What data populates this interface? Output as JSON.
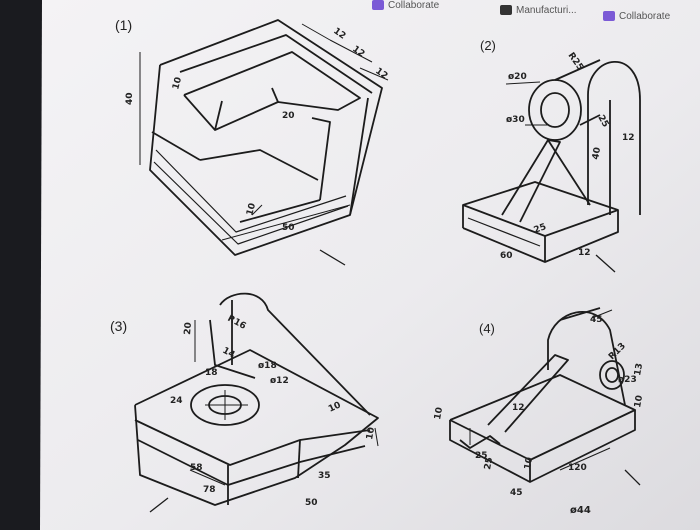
{
  "browser": {
    "tabs": [
      {
        "label": "Collaborate",
        "icon": "collaborate-icon",
        "color": "#7b5ad6"
      },
      {
        "label": "Manufacturi...",
        "icon": "blackboard-icon",
        "color": "#333333"
      },
      {
        "label": "Collaborate",
        "icon": "collaborate-icon",
        "color": "#7b5ad6"
      }
    ]
  },
  "worksheet": {
    "figures": [
      {
        "label": "(1)",
        "dimensions": [
          "12",
          "12",
          "12",
          "10",
          "40",
          "20",
          "10",
          "50"
        ]
      },
      {
        "label": "(2)",
        "dimensions": [
          "ø20",
          "ø30",
          "R25",
          "25",
          "40",
          "12",
          "25",
          "60",
          "12"
        ]
      },
      {
        "label": "(3)",
        "dimensions": [
          "R16",
          "20",
          "14",
          "ø18",
          "ø12",
          "18",
          "24",
          "10",
          "10",
          "58",
          "78",
          "35",
          "50"
        ]
      },
      {
        "label": "(4)",
        "dimensions": [
          "45",
          "R13",
          "ø23",
          "13",
          "10",
          "10",
          "25",
          "25",
          "45",
          "12",
          "120",
          "10"
        ]
      }
    ],
    "footer_dimension": "ø44"
  }
}
